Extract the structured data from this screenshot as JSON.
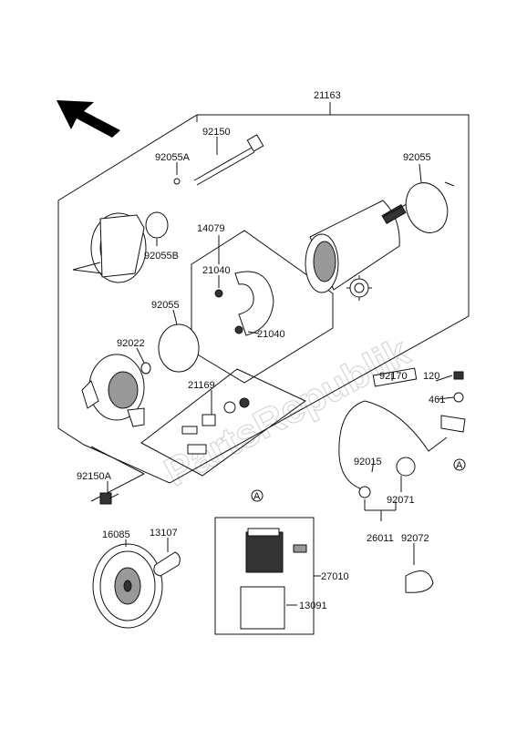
{
  "watermark": "PartsRepublik",
  "labels": {
    "p21163": "21163",
    "p92150": "92150",
    "p92055A": "92055A",
    "p92055": "92055",
    "p14079": "14079",
    "p92055B": "92055B",
    "p21040a": "21040",
    "p21040b": "21040",
    "p92055_2": "92055",
    "p92022": "92022",
    "p21169": "21169",
    "p92170": "92170",
    "p120": "120",
    "p461": "461",
    "p92015": "92015",
    "p92071": "92071",
    "p92150A": "92150A",
    "p26011": "26011",
    "p92072": "92072",
    "p16085": "16085",
    "p13107": "13107",
    "p27010": "27010",
    "p13091": "13091",
    "refA1": "A",
    "refA2": "A"
  },
  "icons": [
    "direction-arrow-icon",
    "gear-icon"
  ]
}
